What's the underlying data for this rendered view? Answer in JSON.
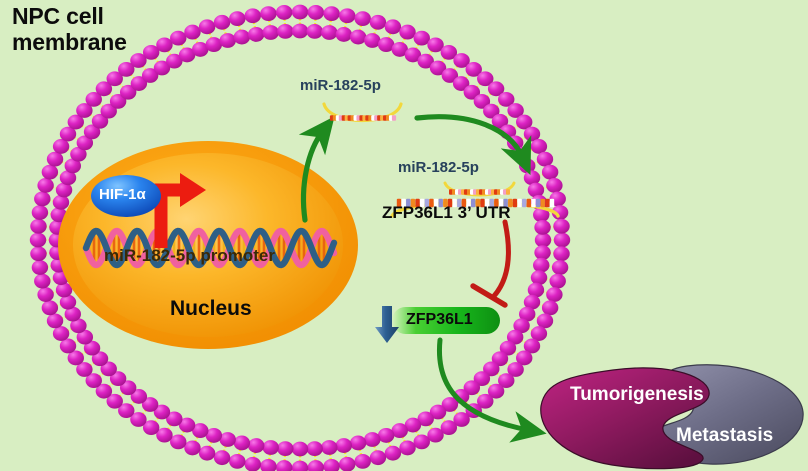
{
  "figure": {
    "type": "biological-pathway-diagram",
    "background_color": "#d8eec2"
  },
  "labels": {
    "membrane_title": "NPC cell\nmembrane",
    "mirna_nuclear_export": "miR-182-5p",
    "mirna_duplex": "miR-182-5p",
    "target_utr": "ZFP36L1 3’ UTR",
    "promoter": "miR-182-5p promoter",
    "nucleus": "Nucleus",
    "transcription_factor": "HIF-1α",
    "protein_pill": "ZFP36L1",
    "outcome_primary": "Tumorigenesis",
    "outcome_secondary": "Metastasis"
  },
  "colors": {
    "background": "#d8eec2",
    "membrane_head": "#d81fc2",
    "membrane_tail": "#f3e71e",
    "nucleus_fill": "#f5a300",
    "nucleus_core": "#fdc44a",
    "hif_ellipse": "#1f6fe0",
    "activation_arrow_red": "#e60000",
    "transport_arrow_green": "#1f8a1f",
    "inhibition_red": "#c21b16",
    "protein_pill_green": "#28c028",
    "down_arrow_blue": "#2f5f8f",
    "tumor_magenta": "#9c1f66",
    "metastasis_slate": "#6b6b84",
    "label_blue": "#27415c",
    "label_black": "#0b0b0b"
  },
  "elements": {
    "membrane": "phospholipid-bilayer-ring",
    "nucleus": "orange-ellipse",
    "dna": "double-helix",
    "mirna_strand": "mirna-hairpin-strand",
    "duplex": "mirna-utr-duplex",
    "arrow_transcription": "red-bent-arrow",
    "arrow_export": "green-curved-arrow",
    "arrow_binding": "green-curved-arrow",
    "arrow_inhibition": "red-blunt-end-inhibition",
    "arrow_outcome": "green-curved-arrow",
    "outcome_shapes": "interlocking-puzzle-blobs"
  }
}
